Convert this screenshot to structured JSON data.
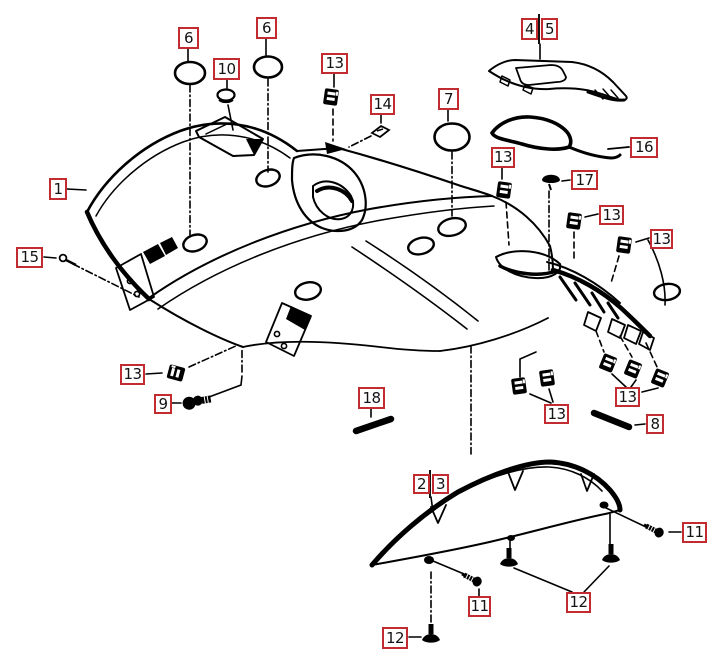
{
  "colors": {
    "background": "#ffffff",
    "line": "#000000",
    "callout_border": "#c22b2f",
    "callout_text": "#141414"
  },
  "part_numbers": [
    "1",
    "2",
    "3",
    "4",
    "5",
    "6",
    "7",
    "8",
    "9",
    "10",
    "11",
    "12",
    "13",
    "14",
    "15",
    "16",
    "17",
    "18"
  ],
  "glyphs": {
    "spring-clip": "part 13",
    "grommet-oval": "parts 6 and 7",
    "rubber-plug": "parts 10 and 17",
    "flat-clip": "part 14",
    "rivet": "part 15",
    "flange-bolt": "part 9",
    "screw": "part 11",
    "push-pin": "part 12",
    "rubber-strip": "parts 8 and 18",
    "trim-seal": "part 16"
  },
  "callouts": [
    {
      "text": "6"
    },
    {
      "text": "6"
    },
    {
      "text": "10"
    },
    {
      "text": "13"
    },
    {
      "text": "4"
    },
    {
      "text": "5"
    },
    {
      "text": "14"
    },
    {
      "text": "7"
    },
    {
      "text": "13"
    },
    {
      "text": "16"
    },
    {
      "text": "17"
    },
    {
      "text": "13"
    },
    {
      "text": "13"
    },
    {
      "text": "1"
    },
    {
      "text": "15"
    },
    {
      "text": "13"
    },
    {
      "text": "9"
    },
    {
      "text": "18"
    },
    {
      "text": "13"
    },
    {
      "text": "13"
    },
    {
      "text": "8"
    },
    {
      "text": "2"
    },
    {
      "text": "3"
    },
    {
      "text": "11"
    },
    {
      "text": "11"
    },
    {
      "text": "12"
    },
    {
      "text": "12"
    }
  ]
}
